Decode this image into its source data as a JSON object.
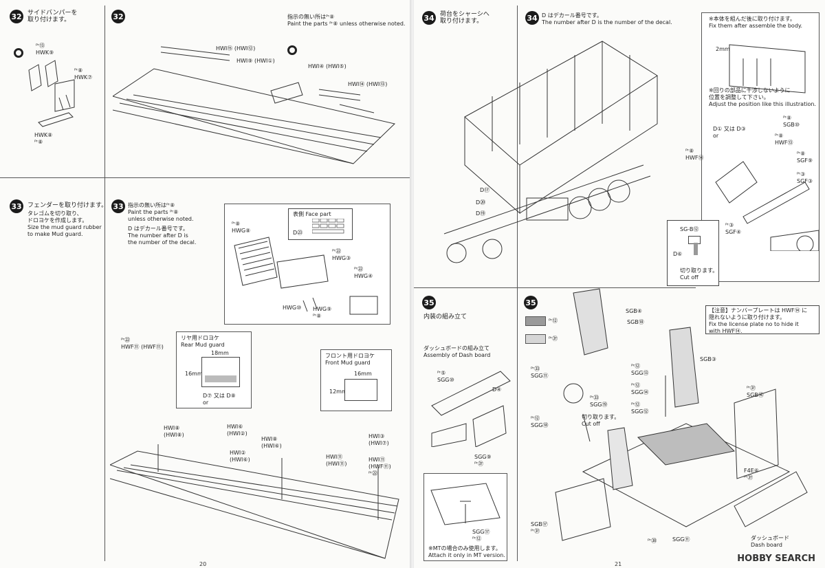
{
  "left_page": {
    "page_number": "20",
    "step32_left": {
      "num": "32",
      "title": "サイドバンパーを\n取り付けます。",
      "labels": [
        "ᴾʳ⑬\nHWK⑨",
        "ᴾʳ⑧\nHWK⑦",
        "HWK⑧\nᴾʳ⑧"
      ]
    },
    "step32_right": {
      "num": "32",
      "note": "指示の無い所はᴾʳ⑧\nPaint the parts ᴾʳ⑧ unless otherwise noted.",
      "labels": [
        "HWI⑮ (HWI⑫)",
        "HWI⑨ (HWI①)",
        "HWI④ (HWI⑤)",
        "HWI⑭ (HWI⑬)"
      ]
    },
    "step33_left": {
      "num": "33",
      "title": "フェンダーを取り付けます。",
      "sub": "タレゴムを切り取り、\nドロヨケを作成します。\nSize the mud guard rubber\nto make Mud guard."
    },
    "step33_right": {
      "num": "33",
      "note1": "指示の無い所はᴾʳ⑧\nPaint the parts ᴾʳ⑧\nunless otherwise noted.",
      "note2": "D はデカール番号です。\nThe number after D is\nthe number of the decal."
    },
    "face_part": {
      "title": "表側 Face part",
      "decal": "D㉓"
    },
    "hwg_labels": [
      "ᴾʳ⑧\nHWG⑧",
      "ᴾʳ㉒\nHWG③",
      "ᴾʳ㉒\nHWG④",
      "HWG⑩",
      "HWG⑨\nᴾʳ⑧"
    ],
    "rear_guard": {
      "title": "リヤ用ドロヨケ\nRear Mud guard",
      "w": "18mm",
      "h": "16mm",
      "decal": "D⑦ 又は D⑧\nor"
    },
    "front_guard": {
      "title": "フロント用ドロヨケ\nFront Mud guard",
      "w": "16mm",
      "h": "12mm"
    },
    "hwf_label": "ᴾʳ㉒\nHWF⑪ (HWF⑪)",
    "hwi_labels": [
      "HWI⑧\n(HWI⑧)",
      "HWI⑥\n(HWI②)",
      "HWI②\n(HWI⑥)",
      "HWI⑧\n(HWI⑥)",
      "HWI③\n(HWI⑦)",
      "HWI⑪\n(HWI⑪)",
      "HWI⑪\n(HWF⑪)\nᴾʳ㉒"
    ]
  },
  "right_page": {
    "page_number": "21",
    "step34_left": {
      "num": "34",
      "title": "荷台をシャーシへ\n取り付けます。",
      "decals": [
        "D⑰",
        "D⑳",
        "D⑲"
      ]
    },
    "step34_right": {
      "num": "34",
      "note": "D はデカール番号です。\nThe number after D is the number of the decal.",
      "note_fix": "※本体を組んだ後に取り付けます。\nFix them after assemble the body.",
      "note_adjust": "※回りの部品に干渉しないように\n位置を調整して下さい。\nAdjust the position like this illustration.",
      "dim": "2mm",
      "labels": [
        "ᴾʳ⑧\nSGB⑩",
        "D① 又は D③\nor",
        "ᴾʳ⑧\nHWF⑬",
        "ᴾʳ⑧\nHWF⑭",
        "ᴾʳ⑧\nSGF⑨",
        "ᴾʳ③\nSGF③",
        "ᴾʳ③\nSGF④"
      ],
      "cutoff": {
        "part": "SG-B⑫",
        "decal": "D⑥",
        "text": "切り取ります。\nCut off"
      },
      "plate_note": "【注意】ナンバープレートは HWF⑭ に\n隠れないように取り付けます。\nFix the license plate no to hide it\nwith HWF⑭."
    },
    "step35_left": {
      "num": "35",
      "title": "内装の組み立て",
      "dash_title": "ダッシュボードの組み立て\nAssembly of Dash board",
      "labels": [
        "ᴾʳ⑤\nSGG⑩",
        "D④",
        "SGG⑨\nᴾʳ㊲",
        "SGG⑰\nᴾʳ⑫"
      ],
      "mt_note": "※MTの場合のみ使用します。\nAttach it only in MT version."
    },
    "step35_right": {
      "num": "35",
      "swatches": [
        {
          "color": "#9a9a9a",
          "label": "ᴾʳ⑫"
        },
        {
          "color": "#d6d6d6",
          "label": "ᴾʳ㊲"
        }
      ],
      "labels": [
        "SGB④",
        "SGB⑱",
        "SGB③",
        "ᴾʳ⑫\nSGG⑬",
        "ᴾʳ⑫\nSGG⑭",
        "ᴾʳ⑫\nSGG⑫",
        "ᴾʳ㉝\nSGG⑪",
        "ᴾʳ㉝\nSGG⑲",
        "ᴾʳ⑫\nSGG⑱",
        "ᴾʳ㊲\nSGB⑯",
        "F4E⑥\nᴾʳ㊲",
        "SGB⑰\nᴾʳ㊲",
        "SGG⑪",
        "ᴾʳ㊳",
        "ダッシュボード\nDash board"
      ],
      "cut": "切り取ります。\nCut off"
    }
  },
  "watermark": "HOBBY SEARCH"
}
